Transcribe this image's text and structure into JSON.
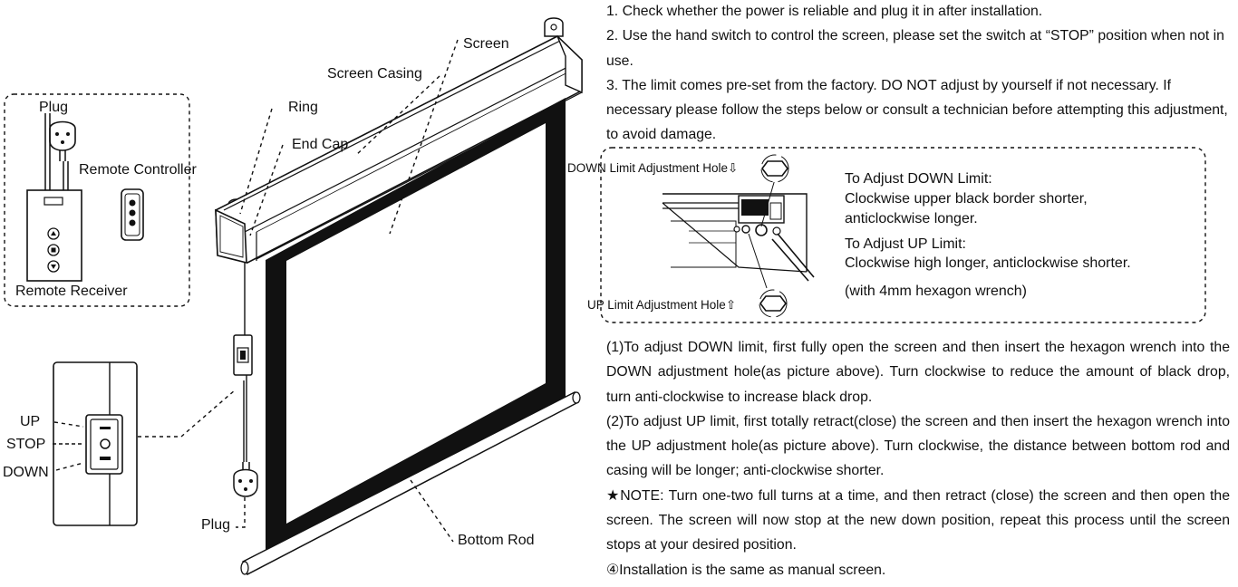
{
  "labels": {
    "plug_left": "Plug",
    "remote_controller": "Remote Controller",
    "remote_receiver": "Remote Receiver",
    "ring": "Ring",
    "end_cap": "End Cap",
    "screen_casing": "Screen Casing",
    "screen": "Screen",
    "up": "UP",
    "stop": "STOP",
    "down": "DOWN",
    "plug_bottom": "Plug",
    "bottom_rod": "Bottom Rod"
  },
  "instructions": [
    "1. Check whether the power is reliable and plug it in after installation.",
    "2. Use the hand switch to control the screen, please set the switch at “STOP” position when not in use.",
    "3. The limit comes pre-set from the factory. DO NOT adjust by yourself if not necessary. If necessary please follow the steps below or consult a technician before attempting this adjustment, to avoid damage."
  ],
  "adjust_panel": {
    "down_hole": "DOWN Limit Adjustment Hole⇩",
    "up_hole": "UP Limit Adjustment Hole⇧",
    "down_title": "To Adjust DOWN Limit:",
    "down_desc_1": "Clockwise upper black border shorter,",
    "down_desc_2": "anticlockwise longer.",
    "up_title": "To Adjust UP Limit:",
    "up_desc": "Clockwise high longer, anticlockwise shorter.",
    "wrench": "(with 4mm hexagon wrench)"
  },
  "steps": [
    "(1)To adjust DOWN limit, first fully open the screen and then insert the hexagon wrench into the DOWN adjustment hole(as picture above). Turn clockwise to reduce the amount of black drop, turn anti-clockwise to increase black drop.",
    "(2)To adjust UP limit, first totally retract(close) the screen and then insert the hexagon wrench into the UP adjustment hole(as picture above). Turn clockwise, the distance between bottom rod and casing will be longer; anti-clockwise shorter.",
    "★NOTE: Turn one-two full turns at a time, and then retract (close) the screen and then open the screen. The screen will now stop at the new down position, repeat this process until the screen stops at your desired position.",
    "④Installation is the same as manual screen."
  ]
}
